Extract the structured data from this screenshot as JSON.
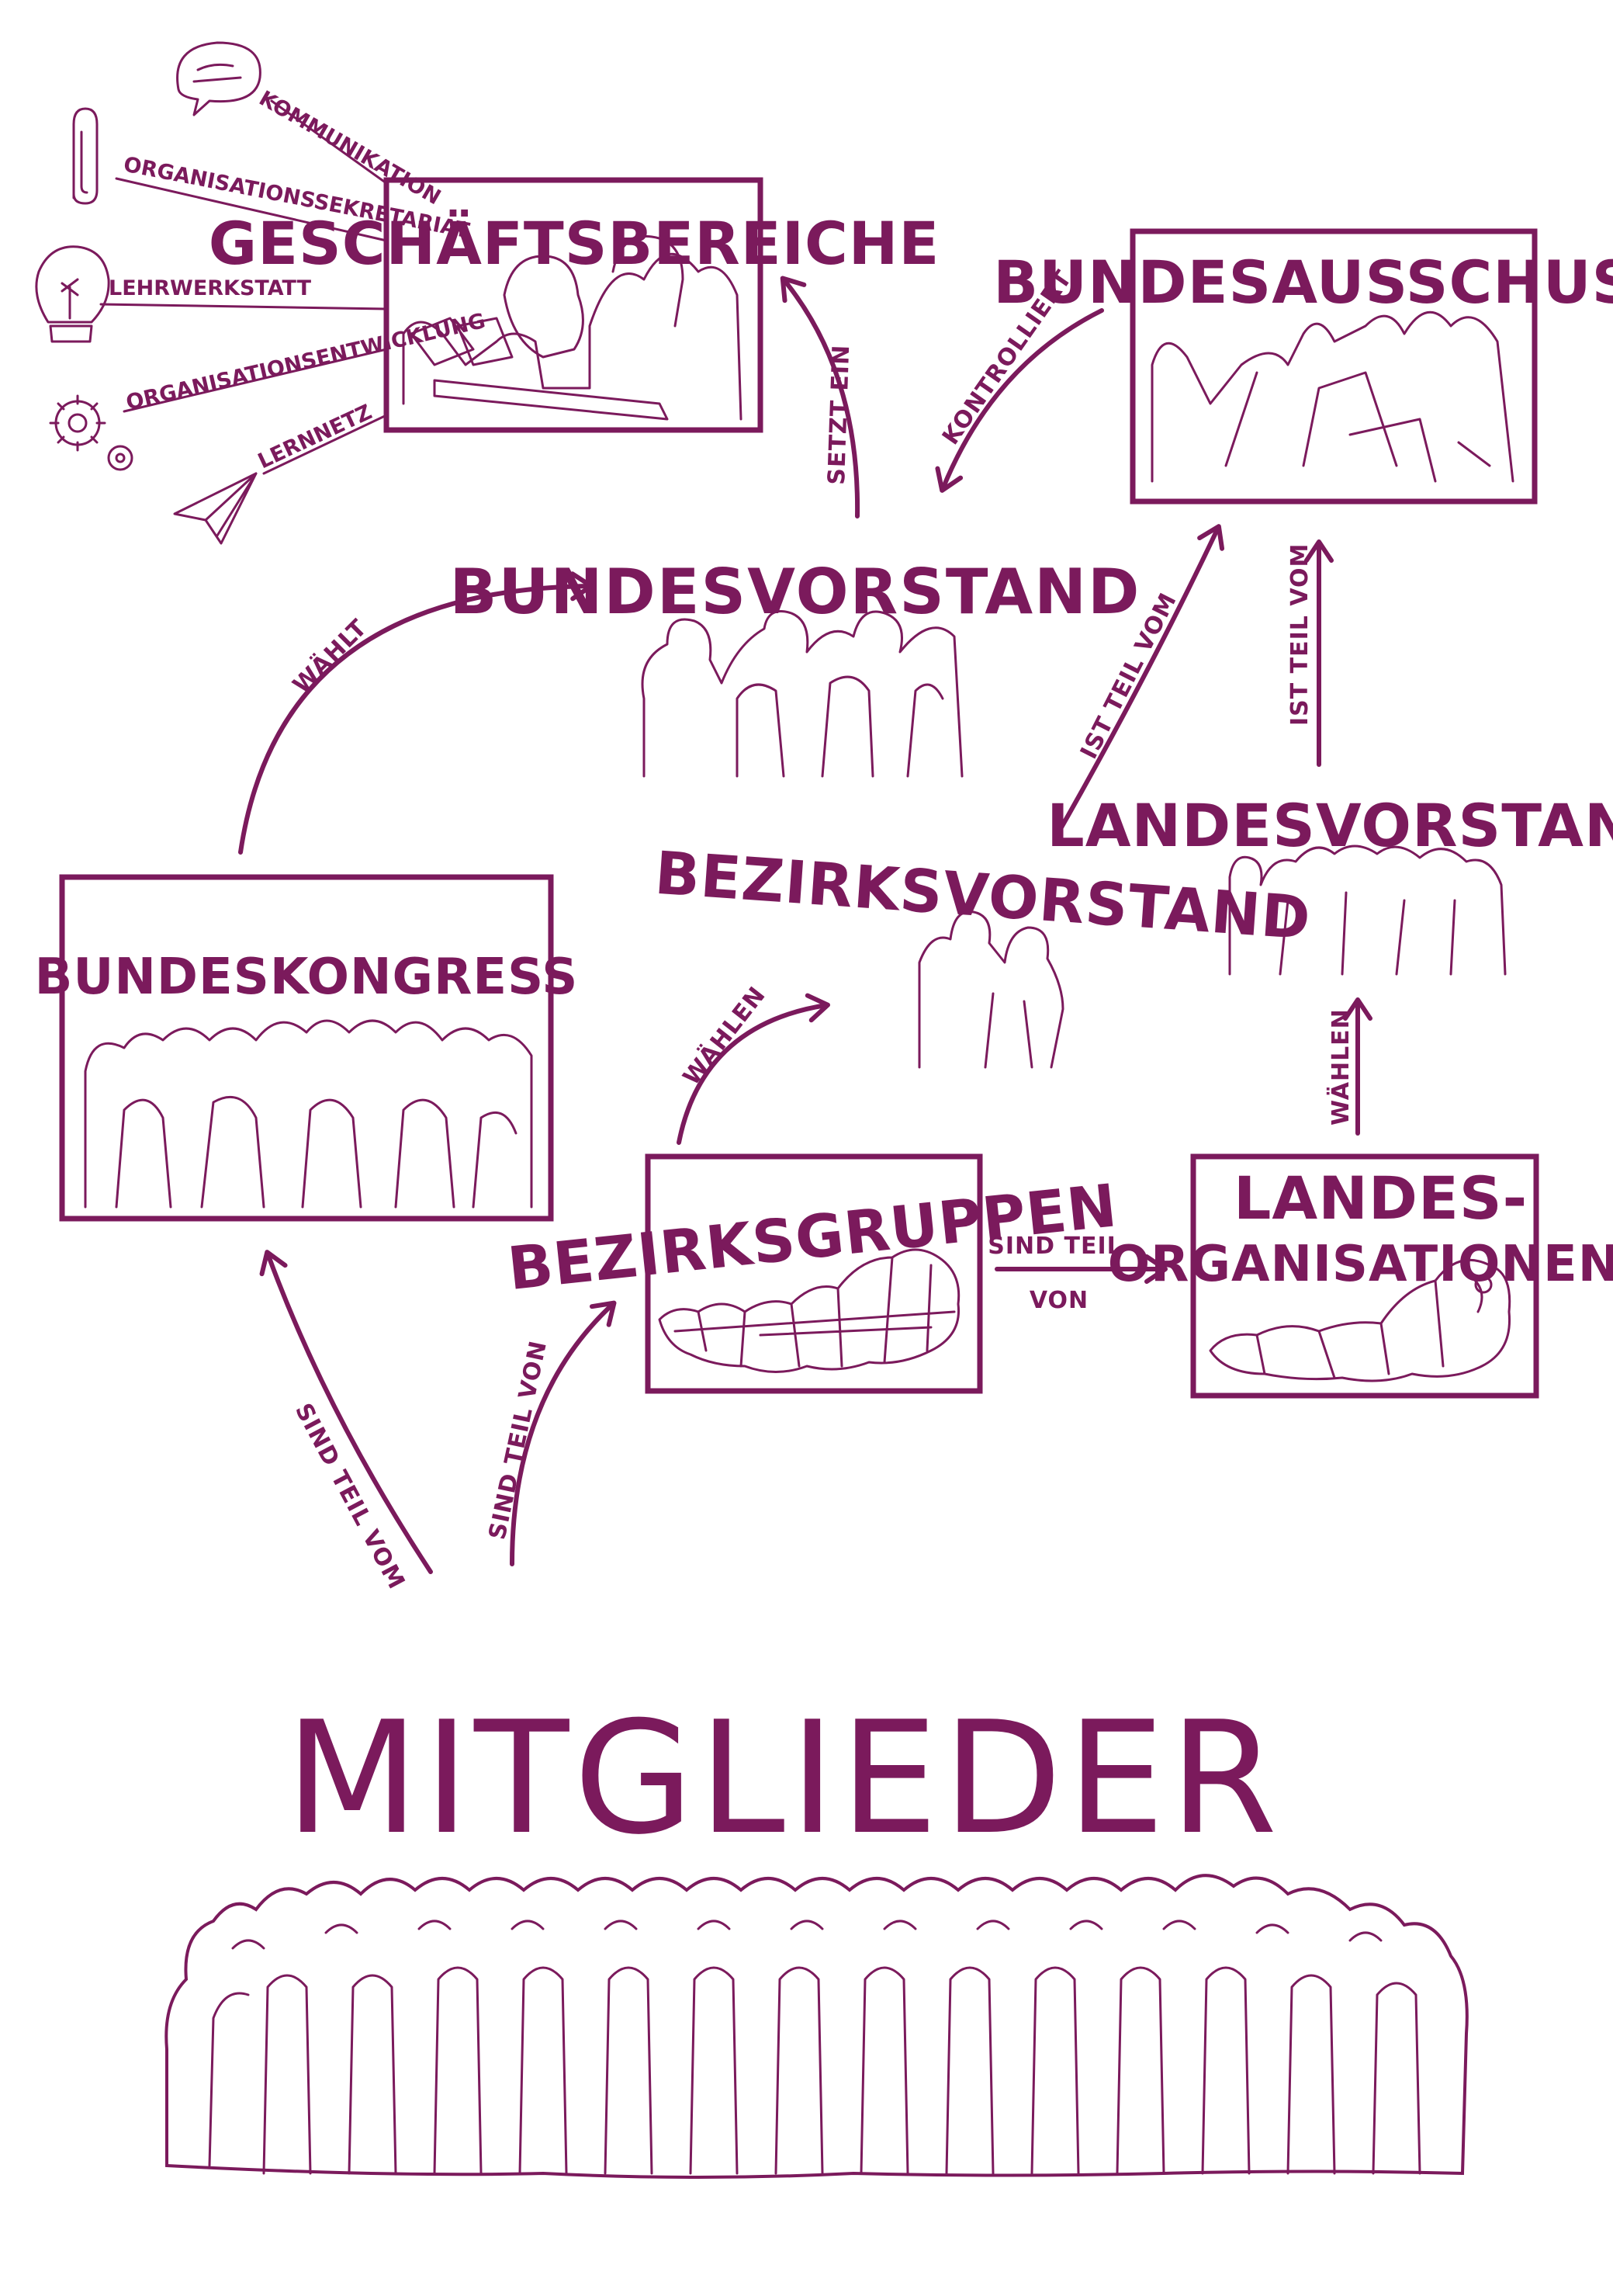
{
  "colors": {
    "ink": "#7b1a5c",
    "background": "#ffffff"
  },
  "nodes": {
    "geschaeftsbereiche": "GESCHÄFTSBEREICHE",
    "bundesausschuss": "BUNDESAUSSCHUSS",
    "bundesvorstand": "BUNDESVORSTAND",
    "bundeskongress": "BUNDESKONGRESS",
    "bezirksvorstand": "BEZIRKSVORSTAND",
    "landesvorstand": "LANDESVORSTAND",
    "bezirksgruppen": "BEZIRKSGRUPPEN",
    "landes_org_line1": "LANDES-",
    "landes_org_line2": "ORGANISATIONEN",
    "mitglieder": "MITGLIEDER"
  },
  "edges": {
    "setzt_ein": "SETZT EIN",
    "kontrolliert": "KONTROLLIERT",
    "waehlt": "WÄHLT",
    "ist_teil_vom": "IST TEIL VOM",
    "ist_teil_vom_2": "IST TEIL VOM",
    "waehlen_bezirk": "WÄHLEN",
    "waehlen_landes": "WÄHLEN",
    "sind_teil_von_line1": "SIND TEIL",
    "sind_teil_von_line2": "VON",
    "sind_teil_von": "SIND TEIL VON",
    "sind_teil_vom": "SIND TEIL VOM"
  },
  "departments": [
    {
      "label": "KOMMUNIKATION",
      "icon": "speech-bubble-icon"
    },
    {
      "label": "ORGANISATIONSSEKRETARIAT",
      "icon": "paperclip-icon"
    },
    {
      "label": "LEHRWERKSTATT",
      "icon": "lightbulb-icon"
    },
    {
      "label": "ORGANISATIONSENTWICKLUNG",
      "icon": "gears-icon"
    },
    {
      "label": "LERNNETZ",
      "icon": "paper-plane-icon"
    }
  ]
}
